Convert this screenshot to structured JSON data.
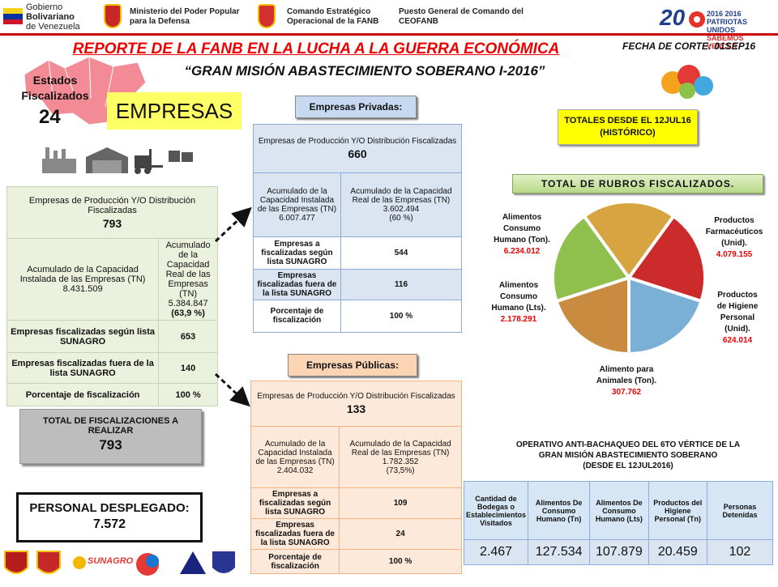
{
  "header": {
    "gov_name_line1": "Gobierno",
    "gov_name_line2": "Bolivariano",
    "gov_name_line3": "de Venezuela",
    "ministry_line1": "Ministerio del Poder Popular",
    "ministry_line2": "para la Defensa",
    "command_line1": "Comando Estratégico",
    "command_line2": "Operacional de la FANB",
    "post_line1": "Puesto General de Comando del",
    "post_line2": "CEOFANB",
    "logo_year": "20",
    "logo_motto_line1": "2016 2016 PATRIOTAS UNIDOS",
    "logo_motto_line2": "SABEMOS VENCER"
  },
  "title": "REPORTE DE LA FANB EN LA LUCHA  A LA GUERRA ECONÓMICA",
  "subtitle": "“GRAN MISIÓN ABASTECIMIENTO SOBERANO I-2016”",
  "fecha_corte": "FECHA DE CORTE: 01SEP16",
  "estados": {
    "label_line1": "Estados",
    "label_line2": "Fiscalizados",
    "count": "24"
  },
  "empresas_label": "EMPRESAS",
  "left_table": {
    "header": "Empresas de Producción Y/O Distribución Fiscalizadas",
    "total": "793",
    "cap_instalada_label": "Acumulado de la Capacidad Instalada de las Empresas (TN)",
    "cap_instalada_value": "8.431.509",
    "cap_real_label": "Acumulado de la Capacidad Real de las Empresas (TN)",
    "cap_real_value": "5.384.847",
    "cap_real_pct": "(63,9 %)",
    "rows": [
      {
        "label": "Empresas fiscalizadas según lista SUNAGRO",
        "value": "653"
      },
      {
        "label": "Empresas fiscalizadas fuera de la lista SUNAGRO",
        "value": "140"
      },
      {
        "label": "Porcentaje de fiscalización",
        "value": "100 %"
      }
    ]
  },
  "total_fiscalizaciones": {
    "label": "TOTAL DE FISCALIZACIONES A REALIZAR",
    "value": "793"
  },
  "personal": {
    "label": "PERSONAL DESPLEGADO:",
    "value": "7.572"
  },
  "privadas": {
    "tab": "Empresas Privadas:",
    "header": "Empresas de Producción Y/O Distribución Fiscalizadas",
    "total": "660",
    "cap_instalada_label": "Acumulado de la Capacidad Instalada de las Empresas (TN)",
    "cap_instalada_value": "6.007.477",
    "cap_real_label": "Acumulado de la Capacidad Real de las Empresas (TN)",
    "cap_real_value": "3.602.494",
    "cap_real_pct": "(60 %)",
    "rows": [
      {
        "label": "Empresas a fiscalizadas según lista SUNAGRO",
        "value": "544"
      },
      {
        "label": "Empresas fiscalizadas fuera de la lista SUNAGRO",
        "value": "116"
      },
      {
        "label": "Porcentaje de fiscalización",
        "value": "100 %"
      }
    ]
  },
  "publicas": {
    "tab": "Empresas Públicas:",
    "header": "Empresas de Producción Y/O Distribución Fiscalizadas",
    "total": "133",
    "cap_instalada_label": "Acumulado de la Capacidad Instalada de las Empresas (TN)",
    "cap_instalada_value": "2.404.032",
    "cap_real_label": "Acumulado de la Capacidad Real de las Empresas (TN)",
    "cap_real_value": "1.782.352",
    "cap_real_pct": "(73,5%)",
    "rows": [
      {
        "label": "Empresas a fiscalizadas según lista SUNAGRO",
        "value": "109"
      },
      {
        "label": "Empresas fiscalizadas fuera de la lista SUNAGRO",
        "value": "24"
      },
      {
        "label": "Porcentaje de fiscalización",
        "value": "100 %"
      }
    ]
  },
  "totales_box": {
    "line1": "TOTALES DESDE EL 12JUL16",
    "line2": "(HISTÓRICO)"
  },
  "rubros_title": "TOTAL DE RUBROS FISCALIZADOS.",
  "rubros": [
    {
      "label_lines": [
        "Alimentos",
        "Consumo",
        "Humano (Ton)."
      ],
      "value": "6.234.012"
    },
    {
      "label_lines": [
        "Productos",
        "Farmacéuticos",
        "(Unid)."
      ],
      "value": "4.079.155"
    },
    {
      "label_lines": [
        "Productos",
        "de Higiene",
        "Personal",
        "(Unid)."
      ],
      "value": "624.014"
    },
    {
      "label_lines": [
        "Alimento para",
        "Animales (Ton)."
      ],
      "value": "307.762"
    },
    {
      "label_lines": [
        "Alimentos",
        "Consumo",
        "Humano (Lts)."
      ],
      "value": "2.178.291"
    }
  ],
  "operativo": {
    "title_line1": "OPERATIVO ANTI-BACHAQUEO DEL 6TO VÉRTICE DE LA",
    "title_line2": "GRAN MISIÓN ABASTECIMIENTO SOBERANO",
    "title_line3": "(DESDE EL 12JUL2016)",
    "columns": [
      {
        "header": "Cantidad de Bodegas o Establecimientos Visitados",
        "value": "2.467"
      },
      {
        "header": "Alimentos De Consumo Humano (Tn)",
        "value": "127.534"
      },
      {
        "header": "Alimentos De Consumo Humano (Lts)",
        "value": "107.879"
      },
      {
        "header": "Productos del Higiene Personal (Tn)",
        "value": "20.459"
      },
      {
        "header": "Personas Detenidas",
        "value": "102"
      }
    ]
  },
  "footer_logos": {
    "sunagro": "SUNAGRO"
  },
  "colors": {
    "title_red": "#ee0000",
    "empresas_yellow": "#ffff66",
    "green_table": "#eaf1dd",
    "blue_table": "#dbe5f1",
    "orange_table": "#fde9d9",
    "pie_slices": [
      "#d8a441",
      "#cc2b2b",
      "#7ab0d6",
      "#c98b3f",
      "#8fbf4c"
    ]
  },
  "icons": [
    "factory-icon",
    "warehouse-icon",
    "forklift-icon",
    "arrow-icon"
  ]
}
